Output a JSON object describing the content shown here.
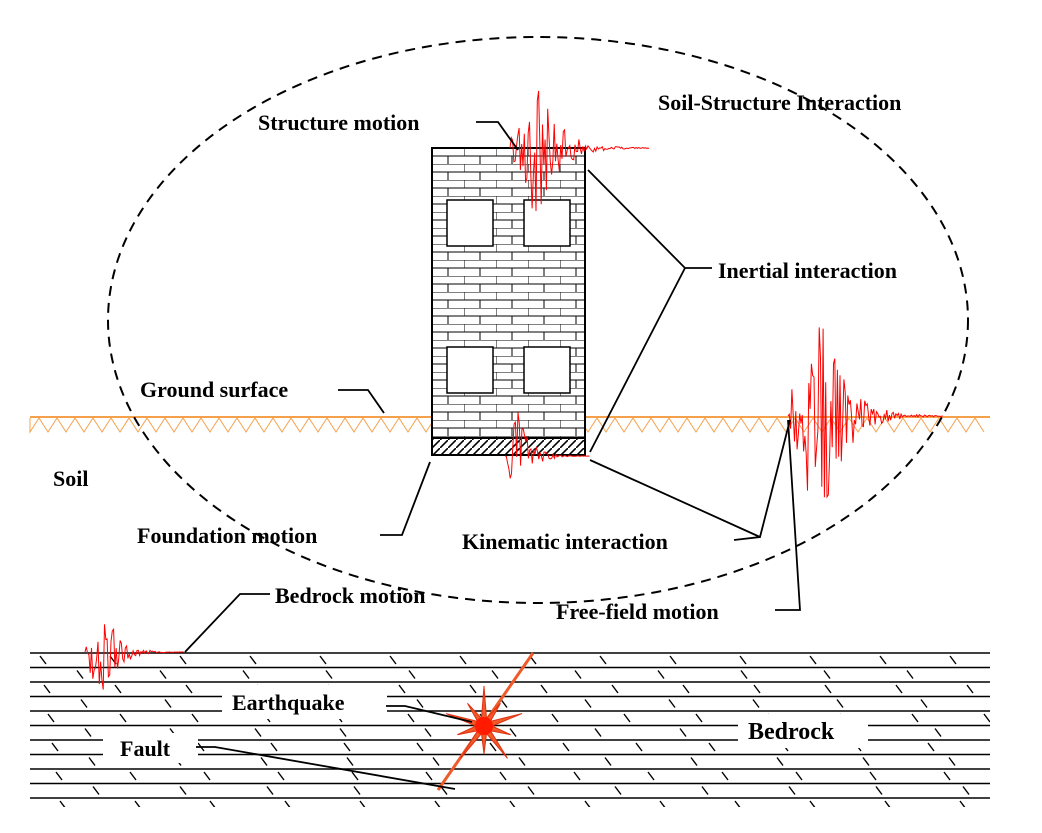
{
  "labels": {
    "ssi": "Soil-Structure Interaction",
    "structure_motion": "Structure motion",
    "inertial_interaction": "Inertial interaction",
    "ground_surface": "Ground surface",
    "soil": "Soil",
    "foundation_motion": "Foundation motion",
    "kinematic_interaction": "Kinematic interaction",
    "free_field_motion": "Free-field motion",
    "bedrock_motion": "Bedrock motion",
    "earthquake": "Earthquake",
    "fault": "Fault",
    "bedrock": "Bedrock"
  },
  "colors": {
    "signal": "#ff0000",
    "ground": "#f5a04a",
    "fault": "#f05a28",
    "ink": "#000000"
  }
}
